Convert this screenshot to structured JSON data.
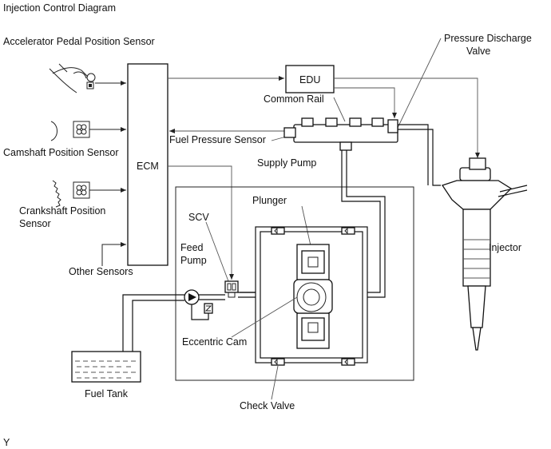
{
  "title": "Injection Control Diagram",
  "corner_code": "Y",
  "labels": {
    "accelerator_sensor": "Accelerator Pedal Position Sensor",
    "camshaft_sensor": "Camshaft Position Sensor",
    "crankshaft_sensor_line1": "Crankshaft Position",
    "crankshaft_sensor_line2": "Sensor",
    "other_sensors": "Other Sensors",
    "ecm": "ECM",
    "edu": "EDU",
    "common_rail": "Common Rail",
    "pressure_discharge_line1": "Pressure Discharge",
    "pressure_discharge_line2": "Valve",
    "fuel_pressure_sensor": "Fuel Pressure Sensor",
    "supply_pump": "Supply Pump",
    "plunger": "Plunger",
    "scv": "SCV",
    "feed_pump_line1": "Feed",
    "feed_pump_line2": "Pump",
    "injector": "Injector",
    "eccentric_cam": "Eccentric Cam",
    "fuel_tank": "Fuel Tank",
    "check_valve": "Check Valve"
  },
  "colors": {
    "line": "#222222",
    "fluid": "#111111",
    "background": "#ffffff"
  },
  "icons": [
    "accelerator-pedal-icon",
    "camshaft-sensor-icon",
    "crankshaft-sensor-icon",
    "injector-icon",
    "feed-pump-icon",
    "scv-valve-icon",
    "check-valve-icon",
    "plunger-icon",
    "eccentric-cam-icon",
    "fuel-tank-icon"
  ]
}
